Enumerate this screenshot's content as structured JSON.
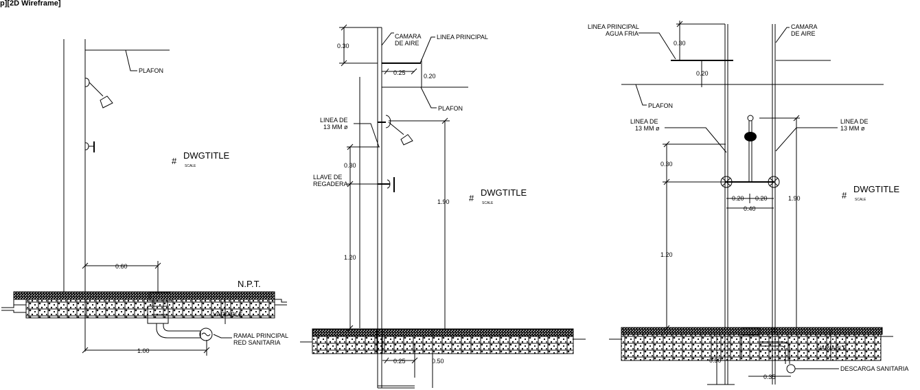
{
  "viewport": {
    "label": "p][2D Wireframe]"
  },
  "detail_1": {
    "plafon": "PLAFON",
    "title_symbol": "#",
    "title": "DWGTITLE",
    "scale": "SCALE",
    "dim_060": "0.60",
    "npt": "N.P.T.",
    "variable": "VARIABLE",
    "ramal_1": "RAMAL PRINCIPAL",
    "ramal_2": "RED SANITARIA",
    "dim_100": "1.00"
  },
  "detail_2": {
    "camara_1": "CAMARA",
    "camara_2": "DE AIRE",
    "linea_principal": "LINEA PRINCIPAL",
    "dim_030_top": "0.30",
    "dim_025_top": "0.25",
    "dim_020": "0.20",
    "plafon": "PLAFON",
    "linea_de_1": "LINEA  DE",
    "linea_de_2": "13 MM ø",
    "dim_030": "0.30",
    "llave_1": "LLAVE DE",
    "llave_2": "REGADERA",
    "dim_190": "1.90",
    "title_symbol": "#",
    "title": "DWGTITLE",
    "scale": "SCALE",
    "dim_120": "1.20",
    "dim_025_bottom": "0.25",
    "dim_050": "0.50"
  },
  "detail_3": {
    "linea_principal_1": "LINEA PRINCIPAL",
    "linea_principal_2": "AGUA FRIA",
    "dim_030_top": "0.30",
    "camara_1": "CAMARA",
    "camara_2": "DE AIRE",
    "dim_020_top": "0.20",
    "plafon": "PLAFON",
    "linea_de_left_1": "LINEA  DE",
    "linea_de_left_2": "13 MM ø",
    "linea_de_right_1": "LINEA  DE",
    "linea_de_right_2": "13 MM ø",
    "dim_030": "0.30",
    "dim_020_a": "0.20",
    "dim_020_b": "0.20",
    "dim_040": "0.40",
    "dim_190": "1.90",
    "title_symbol": "#",
    "title": "DWGTITLE",
    "scale": "SCALE",
    "dim_120": "1.20",
    "dim_050": "0.50",
    "variable": "VARIABLE",
    "dim_035": "0.35",
    "descarga": "DESCARGA SANITARIA"
  }
}
